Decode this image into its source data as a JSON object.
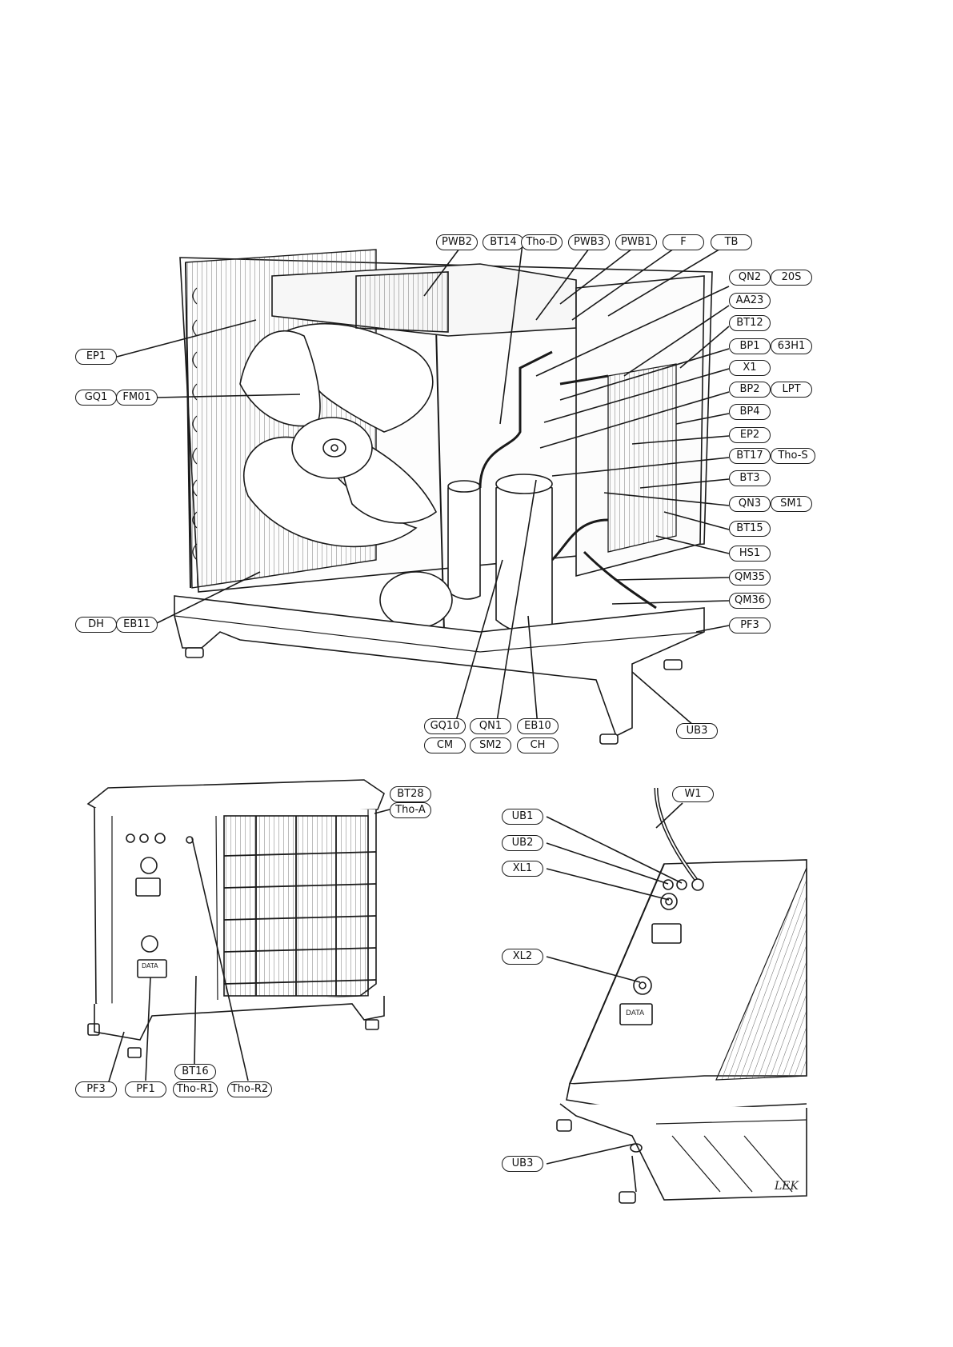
{
  "main_unit": {
    "labels": {
      "pwb2": "PWB2",
      "bt14": "BT14",
      "tho_d": "Tho-D",
      "pwb3": "PWB3",
      "pwb1": "PWB1",
      "f": "F",
      "tb": "TB",
      "qn2": "QN2",
      "20s": "20S",
      "aa23": "AA23",
      "bt12": "BT12",
      "bp1": "BP1",
      "63h1": "63H1",
      "x1": "X1",
      "bp2": "BP2",
      "lpt": "LPT",
      "bp4": "BP4",
      "ep2": "EP2",
      "bt17": "BT17",
      "tho_s": "Tho-S",
      "bt3": "BT3",
      "qn3": "QN3",
      "sm1": "SM1",
      "bt15": "BT15",
      "hs1": "HS1",
      "qm35": "QM35",
      "qm36": "QM36",
      "pf3": "PF3",
      "ub3": "UB3",
      "ep1": "EP1",
      "gq1": "GQ1",
      "fm01": "FM01",
      "dh": "DH",
      "eb11": "EB11",
      "gq10": "GQ10",
      "cm": "CM",
      "qn1": "QN1",
      "sm2": "SM2",
      "eb10": "EB10",
      "ch": "CH"
    }
  },
  "rear_view": {
    "labels": {
      "bt28": "BT28",
      "tho_a": "Tho-A",
      "pf3": "PF3",
      "pf1": "PF1",
      "bt16": "BT16",
      "tho_r1": "Tho-R1",
      "tho_r2": "Tho-R2"
    },
    "plate_text": "DATA"
  },
  "connection_view": {
    "labels": {
      "w1": "W1",
      "ub1": "UB1",
      "ub2": "UB2",
      "xl1": "XL1",
      "xl2": "XL2",
      "ub3": "UB3"
    },
    "plate_text": "DATA",
    "brand_fragment": "LEK"
  }
}
